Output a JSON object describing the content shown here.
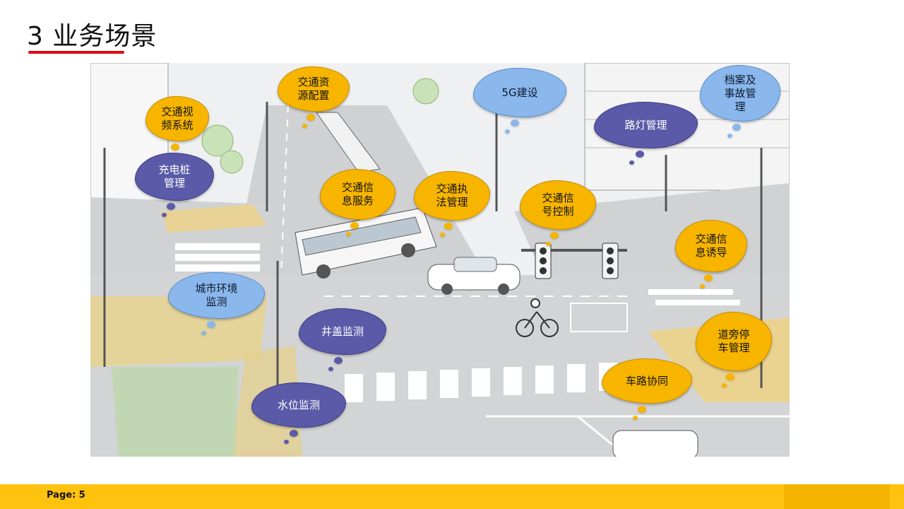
{
  "title": "3 业务场景",
  "footer": {
    "page": "Page: 5"
  },
  "colors": {
    "accent_red": "#e30613",
    "footer_yellow": "#ffc20e",
    "bubble_yellow": "#f7b500",
    "bubble_blue": "#8ab7ec",
    "bubble_purple": "#5a5aa8"
  },
  "bubbles": {
    "traffic_video": "交通视\n频系统",
    "traffic_resource": "交通资\n源配置",
    "five_g": "5G建设",
    "archive_accident": "档案及\n事故管\n理",
    "street_light": "路灯管理",
    "charging_pile": "充电桩\n管理",
    "traffic_info_service": "交通信\n息服务",
    "traffic_enforcement": "交通执\n法管理",
    "traffic_signal": "交通信\n号控制",
    "traffic_guidance": "交通信\n息诱导",
    "city_environment": "城市环境\n监测",
    "manhole": "井盖监测",
    "roadside_parking": "道旁停\n车管理",
    "vehicle_road": "车路协同",
    "water_level": "水位监测"
  }
}
